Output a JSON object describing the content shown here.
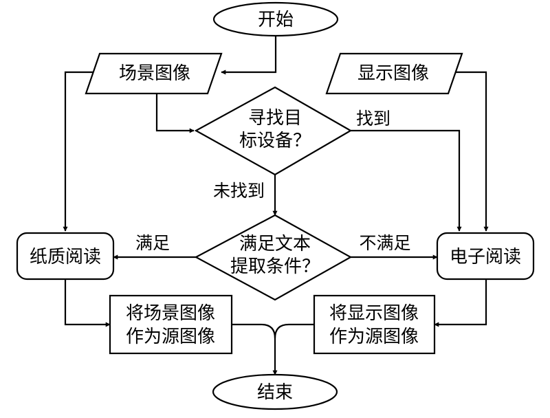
{
  "nodes": {
    "start": "开始",
    "scene_image": "场景图像",
    "display_image": "显示图像",
    "find_device": [
      "寻找目",
      "标设备？"
    ],
    "text_condition": [
      "满足文本",
      "提取条件？"
    ],
    "paper_reading": "纸质阅读",
    "electronic_reading": "电子阅读",
    "scene_as_source": [
      "将场景图像",
      "作为源图像"
    ],
    "display_as_source": [
      "将显示图像",
      "作为源图像"
    ],
    "end": "结束"
  },
  "edges": {
    "found": "找到",
    "not_found": "未找到",
    "satisfied": "满足",
    "not_satisfied": "不满足"
  }
}
